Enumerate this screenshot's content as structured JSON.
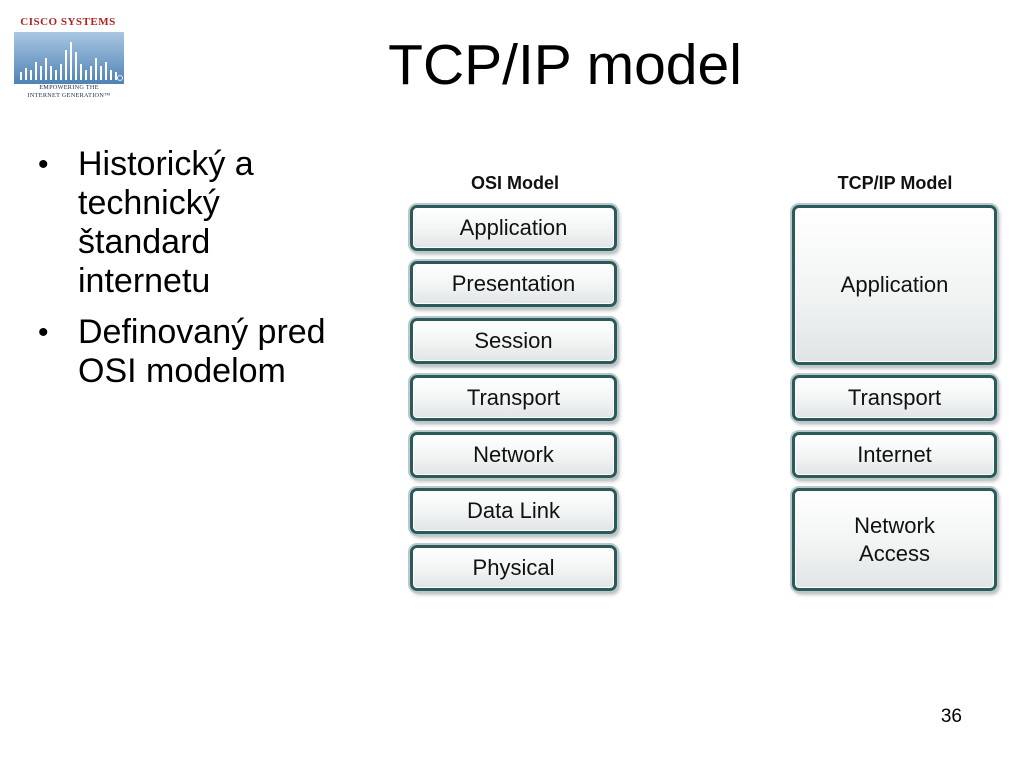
{
  "logo": {
    "title": "Cisco Systems",
    "tagline_line1": "Empowering the",
    "tagline_line2": "Internet Generation™",
    "bar_color": "#3a6fa8",
    "title_color": "#b22222"
  },
  "slide": {
    "title": "TCP/IP model",
    "page_number": "36"
  },
  "bullets": [
    {
      "lines": [
        "Historický a",
        "technický",
        "štandard",
        "internetu"
      ]
    },
    {
      "lines": [
        "Definovaný pred",
        "OSI modelom"
      ]
    }
  ],
  "diagram": {
    "osi": {
      "heading": "OSI Model",
      "layers": [
        "Application",
        "Presentation",
        "Session",
        "Transport",
        "Network",
        "Data Link",
        "Physical"
      ]
    },
    "tcpip": {
      "heading": "TCP/IP Model",
      "layers": [
        "Application",
        "Transport",
        "Internet",
        "Network Access"
      ]
    },
    "border_color": "#2c5a5a"
  }
}
